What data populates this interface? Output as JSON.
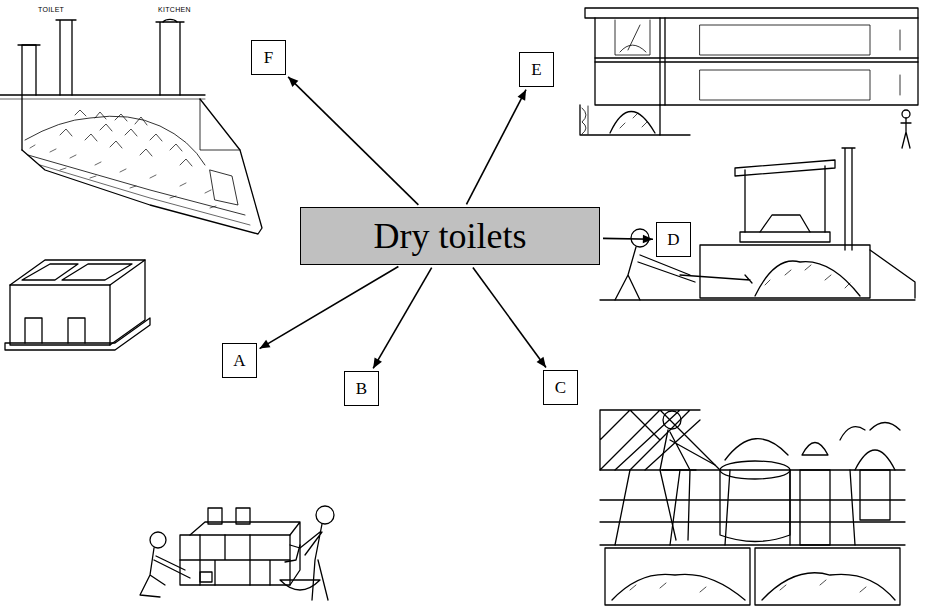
{
  "diagram": {
    "nodes": [
      {
        "text": [
          "F"
        ]
      },
      {
        "text": [
          "E"
        ]
      },
      {
        "text": [
          "Dry toilets"
        ]
      },
      {
        "text": [
          "D"
        ]
      },
      {
        "text": [
          "A"
        ]
      },
      {
        "text": [
          "B"
        ]
      },
      {
        "text": [
          "C"
        ]
      }
    ],
    "edges": [
      {
        "from": 2,
        "to": 0,
        "arrow": "to"
      },
      {
        "from": 2,
        "to": 1,
        "arrow": "to"
      },
      {
        "from": 2,
        "to": 3,
        "arrow": "to"
      },
      {
        "from": 2,
        "to": 4,
        "arrow": "to"
      },
      {
        "from": 2,
        "to": 5,
        "arrow": "to"
      },
      {
        "from": 2,
        "to": 6,
        "arrow": "to"
      }
    ],
    "labels": [
      "TOILET",
      "KITCHEN"
    ]
  }
}
